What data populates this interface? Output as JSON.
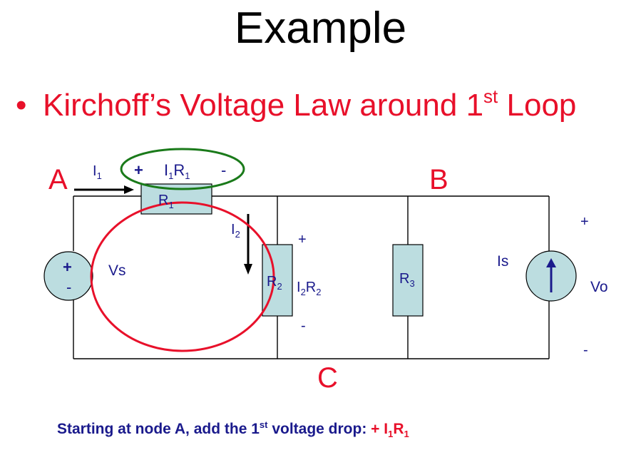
{
  "title": "Example",
  "bullet": {
    "text_before": "Kirchoff’s Voltage Law around 1",
    "sup": "st",
    "text_after": " Loop"
  },
  "circuit": {
    "node_a": "A",
    "node_b": "B",
    "node_c": "C",
    "current_i1": "I",
    "current_i1_sub": "1",
    "drop_r1_plus": "+",
    "drop_r1_i": "I",
    "drop_r1_isub": "1",
    "drop_r1_r": "R",
    "drop_r1_rsub": "1",
    "drop_r1_minus": "-",
    "resistor_r1": "R",
    "resistor_r1_sub": "1",
    "current_i2": "I",
    "current_i2_sub": "2",
    "resistor_r2": "R",
    "resistor_r2_sub": "2",
    "drop_r2_plus": "+",
    "drop_r2_i": "I",
    "drop_r2_isub": "2",
    "drop_r2_r": "R",
    "drop_r2_rsub": "2",
    "drop_r2_minus": "-",
    "resistor_r3": "R",
    "resistor_r3_sub": "3",
    "source_vs": "Vs",
    "source_vs_plus": "+",
    "source_vs_minus": "-",
    "source_is": "Is",
    "output_vo": "Vo",
    "output_plus": "+",
    "output_minus": "-"
  },
  "footer": {
    "text_before": "Starting at node A, add the 1",
    "sup": "st",
    "text_after": " voltage drop:  ",
    "expr_plus": "+ I",
    "expr_isub": "1",
    "expr_r": "R",
    "expr_rsub": "1"
  },
  "colors": {
    "loop_red": "#e8102a",
    "loop_green": "#1a7a1a",
    "component_fill": "#bcdde0",
    "label_navy": "#1a1a8c"
  }
}
